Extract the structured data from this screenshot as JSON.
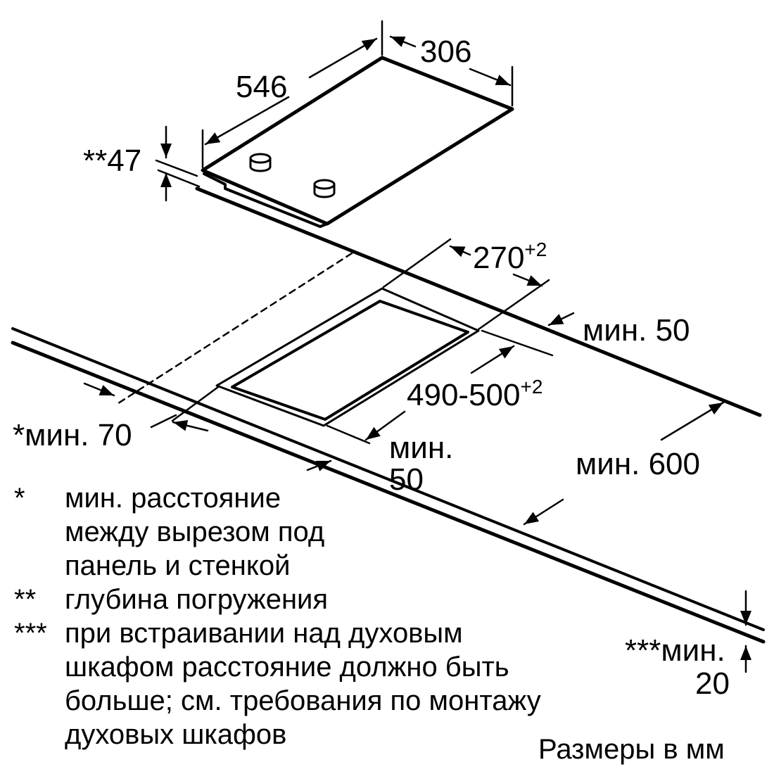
{
  "dimensions": {
    "width": "306",
    "depth": "546",
    "embed": "**47",
    "cutout_width": "270",
    "cutout_width_tol": "+2",
    "cutout_depth": "490-500",
    "cutout_depth_tol": "+2",
    "min_back": "мин. 50",
    "min_side": "*мин. 70",
    "min_front_1": "мин.",
    "min_front_2": "50",
    "min_worktop": "мин. 600",
    "min_bottom_1": "***мин.",
    "min_bottom_2": "20"
  },
  "notes": [
    {
      "mark": "*",
      "lines": [
        "мин. расстояние",
        "между вырезом под",
        "панель и стенкой"
      ]
    },
    {
      "mark": "**",
      "lines": [
        "глубина погружения"
      ]
    },
    {
      "mark": "***",
      "lines": [
        "при встраивании над духовым",
        "шкафом расстояние должно быть",
        "больше; см. требования по монтажу",
        "духовых шкафов"
      ]
    }
  ],
  "units": "Размеры в мм"
}
